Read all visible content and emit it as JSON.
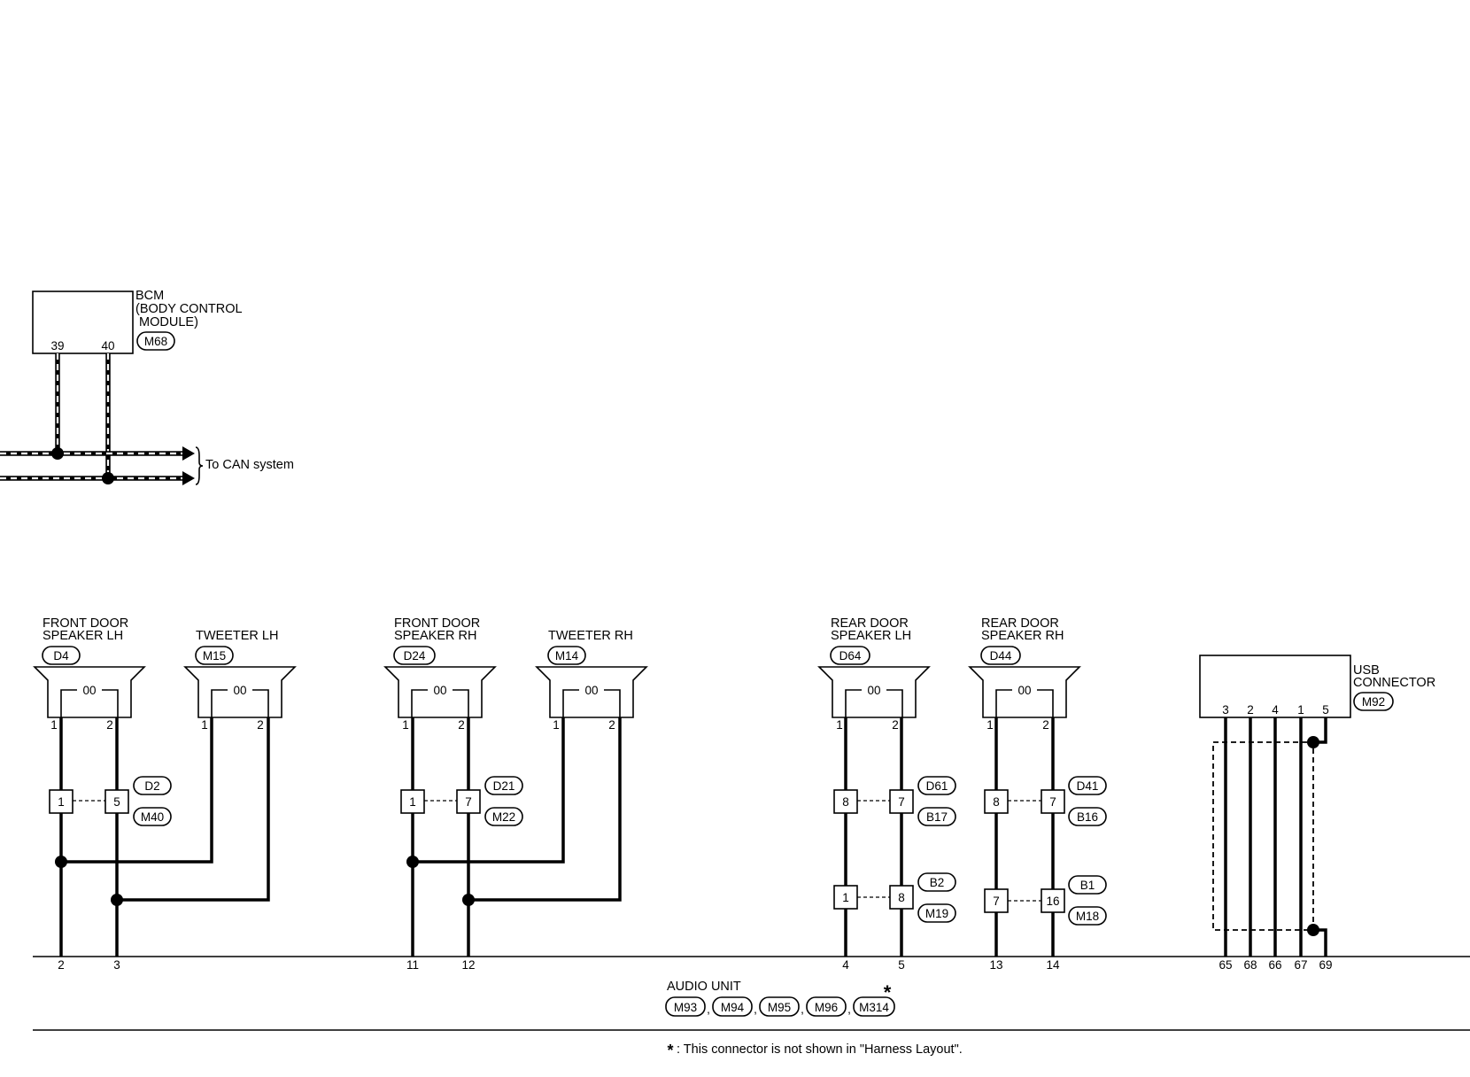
{
  "bcm": {
    "title_lines": [
      "BCM",
      "(BODY CONTROL",
      " MODULE)"
    ],
    "connector": "M68",
    "pin_39": "39",
    "pin_40": "40"
  },
  "can": {
    "label": "To CAN system"
  },
  "speakers": [
    {
      "key": "fl",
      "lines": [
        "FRONT DOOR",
        "SPEAKER LH"
      ],
      "connector": "D4"
    },
    {
      "key": "twl",
      "lines": [
        "TWEETER LH"
      ],
      "connector": "M15"
    },
    {
      "key": "fr",
      "lines": [
        "FRONT DOOR",
        "SPEAKER RH"
      ],
      "connector": "D24"
    },
    {
      "key": "twr",
      "lines": [
        "TWEETER RH"
      ],
      "connector": "M14"
    },
    {
      "key": "rl",
      "lines": [
        "REAR DOOR",
        "SPEAKER LH"
      ],
      "connector": "D64"
    },
    {
      "key": "rr",
      "lines": [
        "REAR DOOR",
        "SPEAKER RH"
      ],
      "connector": "D44"
    }
  ],
  "coil_symbol": "00",
  "speaker_pins": [
    "1",
    "2"
  ],
  "joints": [
    {
      "key": "j1",
      "left_pin": "1",
      "right_pin": "5",
      "upper": "D2",
      "lower": "M40"
    },
    {
      "key": "j2",
      "left_pin": "1",
      "right_pin": "7",
      "upper": "D21",
      "lower": "M22"
    },
    {
      "key": "j3",
      "left_pin": "8",
      "right_pin": "7",
      "upper": "D61",
      "lower": "B17"
    },
    {
      "key": "j4",
      "left_pin": "8",
      "right_pin": "7",
      "upper": "D41",
      "lower": "B16"
    },
    {
      "key": "j5",
      "left_pin": "1",
      "right_pin": "8",
      "upper": "B2",
      "lower": "M19"
    },
    {
      "key": "j6",
      "left_pin": "7",
      "right_pin": "16",
      "upper": "B1",
      "lower": "M18"
    }
  ],
  "usb": {
    "title_lines": [
      "USB",
      "CONNECTOR"
    ],
    "connector": "M92",
    "pins": [
      "3",
      "2",
      "4",
      "1",
      "5"
    ]
  },
  "audio_unit": {
    "label": "AUDIO UNIT",
    "connectors": [
      "M93",
      "M94",
      "M95",
      "M96",
      "M314"
    ],
    "separator": ",",
    "asterisk": "*",
    "pins": [
      "2",
      "3",
      "11",
      "12",
      "4",
      "5",
      "13",
      "14",
      "65",
      "68",
      "66",
      "67",
      "69"
    ]
  },
  "footnote": {
    "star": "*",
    "text": ": This connector is not shown in \"Harness Layout\"."
  }
}
